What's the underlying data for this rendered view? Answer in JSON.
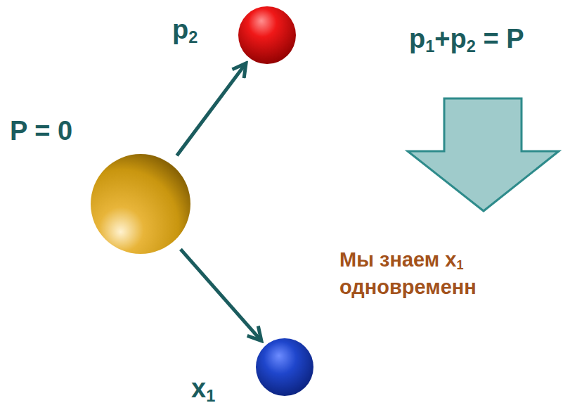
{
  "diagram": {
    "nodes": [
      {
        "text": [
          "P = 0"
        ]
      },
      {
        "text": [
          "p2"
        ]
      },
      {
        "text": [
          "x1"
        ]
      }
    ],
    "edges": [
      {
        "from": 0,
        "to": 1,
        "arrow": "to"
      },
      {
        "from": 0,
        "to": 2,
        "arrow": "to"
      }
    ],
    "labels": [
      "p1+p2 = P",
      "Мы знаем x1 одновременн"
    ]
  }
}
